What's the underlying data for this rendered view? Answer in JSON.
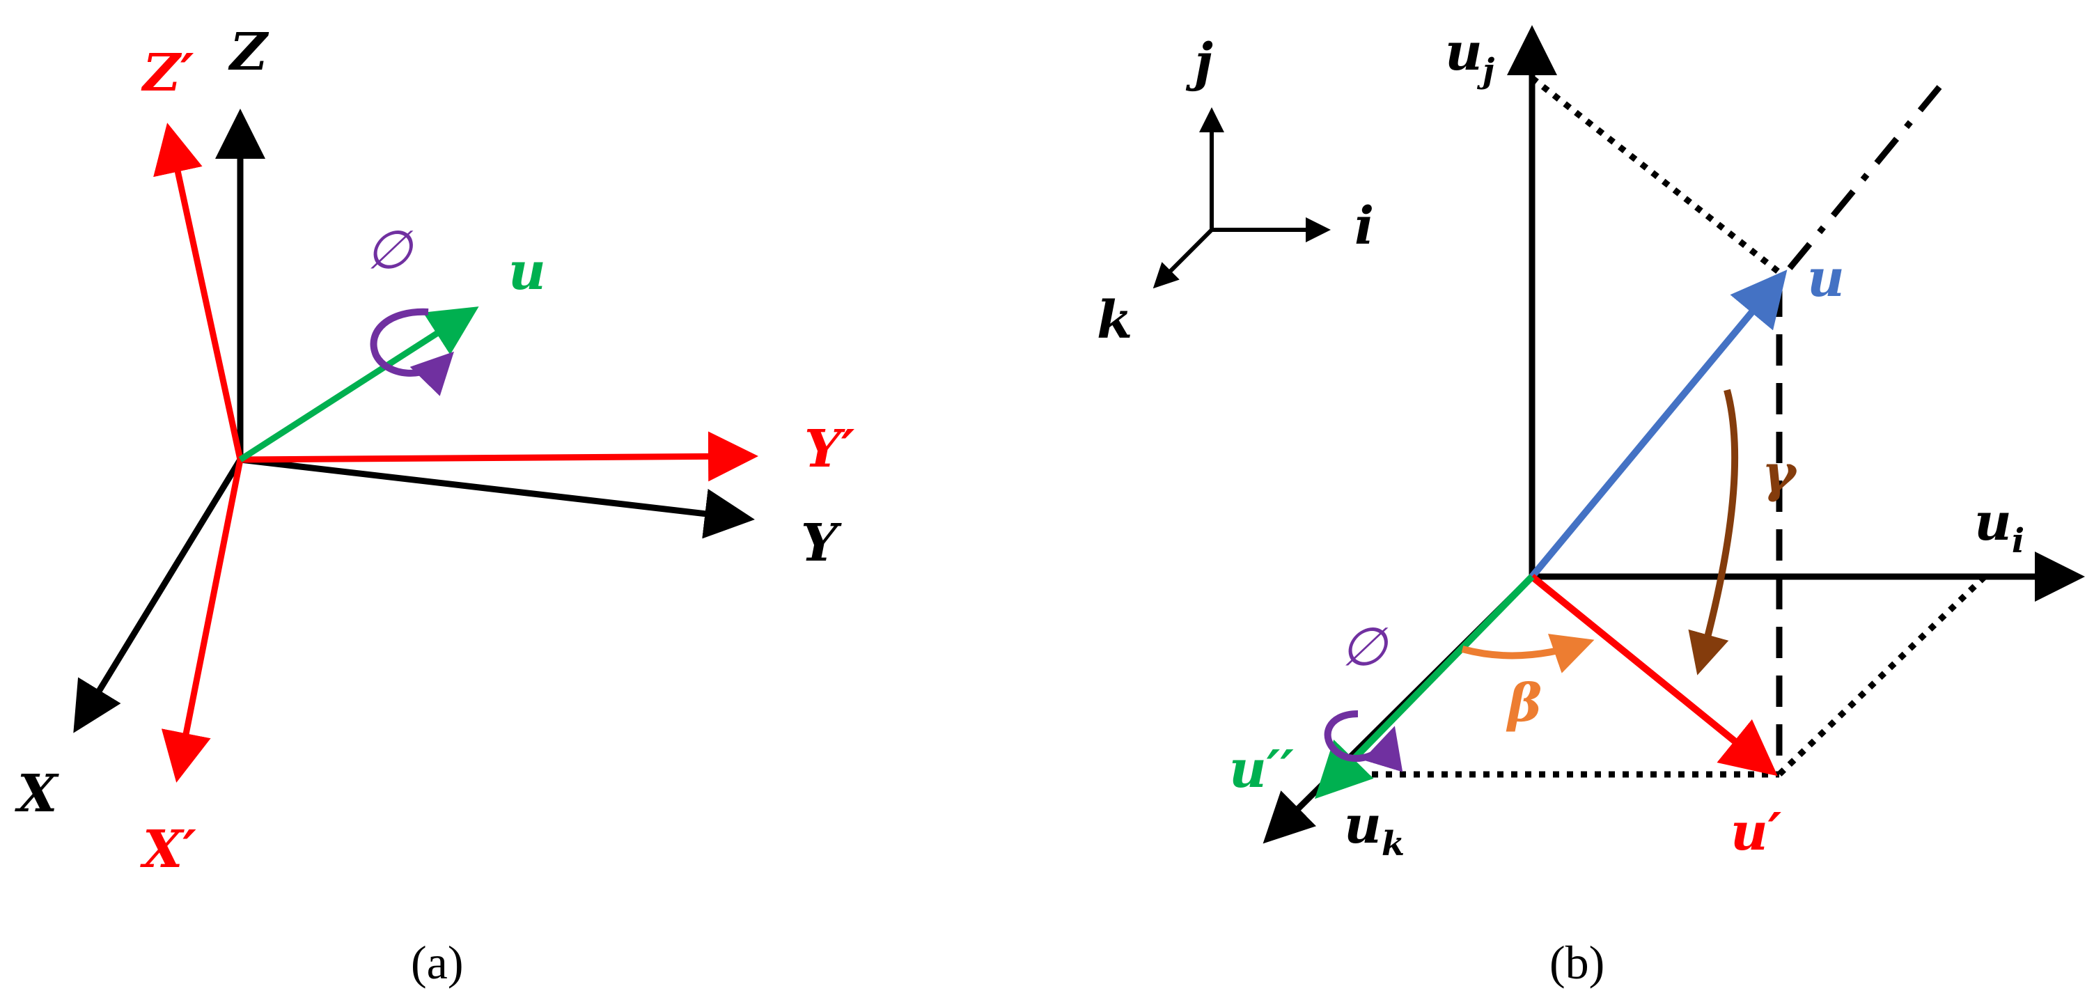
{
  "panel_a": {
    "caption": "(a)",
    "axes": {
      "Z": "Z",
      "Y": "Y",
      "X": "X"
    },
    "rotated_axes": {
      "Z": "Z′",
      "Y": "Y′",
      "X": "X′"
    },
    "vector": "u",
    "rotation_symbol": "∅"
  },
  "panel_b": {
    "caption": "(b)",
    "basis": {
      "j": "j",
      "i": "i",
      "k": "k"
    },
    "u_j": {
      "base": "u",
      "sub": "j"
    },
    "u_i": {
      "base": "u",
      "sub": "i"
    },
    "u_k": {
      "base": "u",
      "sub": "k"
    },
    "u": "u",
    "u_prime": "u′",
    "u_double_prime": "u′′",
    "gamma": "γ",
    "beta": "β",
    "rotation_symbol": "∅"
  },
  "colors": {
    "black": "#000000",
    "red": "#ff0000",
    "green": "#00b050",
    "blue": "#4472c4",
    "purple": "#7030a0",
    "orange": "#ed7d31",
    "brown": "#843c0c"
  }
}
